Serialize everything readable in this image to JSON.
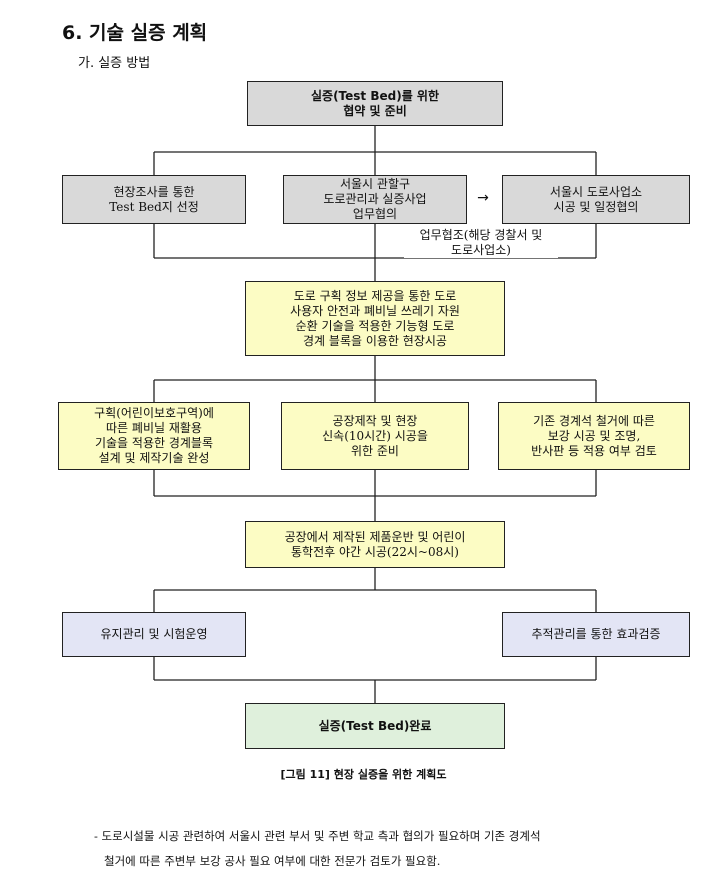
{
  "heading": "6. 기술 실증 계획",
  "subheading": "가. 실증 방법",
  "diagram": {
    "top_box": "실증(Test Bed)를 위한\n협약 및 준비",
    "row1": {
      "left": "현장조사를 통한\nTest Bed지 선정",
      "middle": "서울시 관할구\n도로관리과 실증사업\n업무협의",
      "arrow": "→",
      "right": "서울시 도로사업소\n시공 및 일정협의",
      "note": "업무협조(해당 경찰서 및\n도로사업소)"
    },
    "center_box": "도로 구획 정보 제공을 통한 도로\n사용자 안전과 폐비닐 쓰레기 자원\n순환 기술을 적용한 기능형 도로\n경계 블록을 이용한 현장시공",
    "row2": {
      "left": "구획(어린이보호구역)에\n따른 폐비닐 재활용\n기술을 적용한 경계블록\n설계 및 제작기술 완성",
      "middle": "공장제작 및 현장\n신속(10시간) 시공을\n위한 준비",
      "right": "기존 경계석 철거에 따른\n보강 시공 및 조명,\n반사판 등 적용 여부 검토"
    },
    "factory_box": "공장에서 제작된 제품운반 및 어린이\n통학전후 야간 시공(22시~08시)",
    "row3": {
      "left": "유지관리 및 시험운영",
      "right": "추적관리를 통한 효과검증"
    },
    "final_box": "실증(Test Bed)완료"
  },
  "caption": "[그림 11] 현장 실증을 위한 계획도",
  "note": {
    "line1": "- 도로시설물 시공 관련하여 서울시 관련 부서 및 주변 학교 측과 협의가 필요하며 기존 경계석",
    "line2": "철거에 따른 주변부 보강 공사 필요 여부에 대한 전문가 검토가 필요함."
  },
  "colors": {
    "gray_box": "#d9d9d9",
    "yellow_box": "#fcfcc4",
    "blue_box": "#e3e5f5",
    "green_box": "#dff0dc"
  }
}
